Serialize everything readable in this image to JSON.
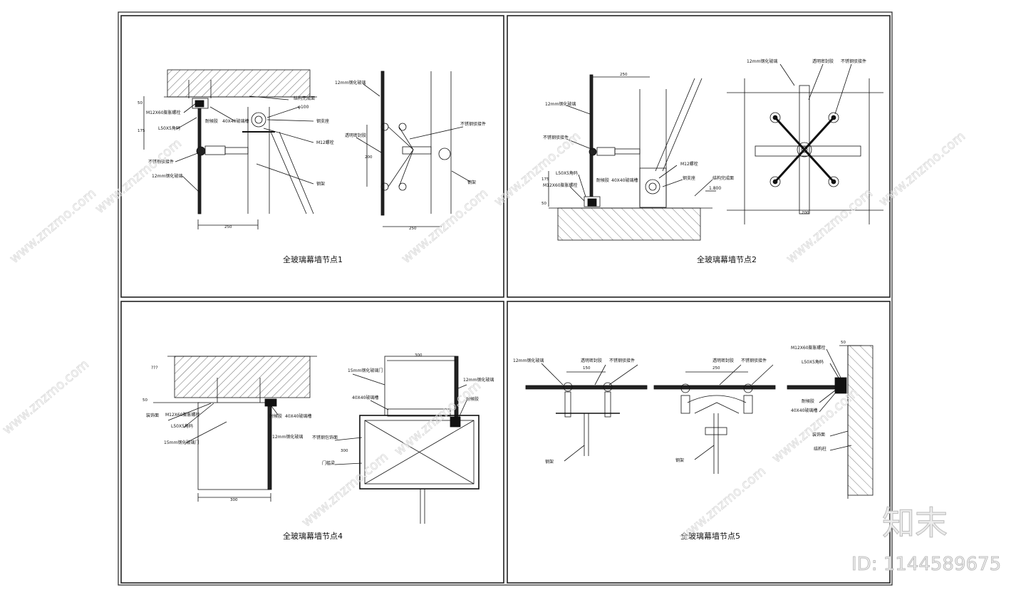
{
  "panels": {
    "p1": {
      "title": "全玻璃幕墙节点1",
      "labels": {
        "l1": "M12X60膨胀螺栓",
        "l2": "L50X5角码",
        "l3": "不锈钢驳接件",
        "l4": "12mm钢化玻璃",
        "l5": "耐候胶",
        "l6": "40X40玻璃槽",
        "l7": "结构完成面",
        "l8": "φ100",
        "l9": "钢支座",
        "l10": "M12螺栓",
        "l11": "钢架",
        "l12": "12mm钢化玻璃",
        "l13": "透明密封胶",
        "l14": "不锈钢驳接件",
        "l15": "钢架"
      },
      "dims": {
        "d1": "250",
        "d2": "250",
        "d3": "200",
        "d4": "50",
        "d5": "175"
      }
    },
    "p2": {
      "title": "全玻璃幕墙节点2",
      "labels": {
        "l1": "12mm钢化玻璃",
        "l2": "不锈钢驳接件",
        "l3": "L50X5角码",
        "l4": "M12X60膨胀螺栓",
        "l5": "耐候胶",
        "l6": "40X40玻璃槽",
        "l7": "M12螺栓",
        "l8": "钢支座",
        "l9": "结构完成面",
        "l10": "1.800",
        "l11": "12mm钢化玻璃",
        "l12": "透明密封胶",
        "l13": "不锈钢驳接件"
      },
      "dims": {
        "d1": "250",
        "d2": "200",
        "d3": "175",
        "d4": "50"
      }
    },
    "p4": {
      "title": "全玻璃幕墙节点4",
      "labels": {
        "l1": "???",
        "l2": "装饰面",
        "l3": "M12X60膨胀螺栓",
        "l4": "L50X5角码",
        "l5": "15mm钢化玻璃门",
        "l6": "耐候胶",
        "l7": "40X40玻璃槽",
        "l8": "12mm钢化玻璃",
        "l9": "15mm钢化玻璃门",
        "l10": "40X40玻璃槽",
        "l11": "不锈钢包饰面",
        "l12": "门槛梁",
        "l13": "12mm钢化玻璃",
        "l14": "耐候胶"
      },
      "dims": {
        "d1": "300",
        "d2": "300",
        "d3": "300",
        "d4": "50"
      }
    },
    "p5": {
      "title": "全玻璃幕墙节点5",
      "labels": {
        "l1": "12mm钢化玻璃",
        "l2": "透明密封胶",
        "l3": "不锈钢驳接件",
        "l4": "钢架",
        "l5": "透明密封胶",
        "l6": "不锈钢驳接件",
        "l7": "钢架",
        "l8": "M12X60膨胀螺栓",
        "l9": "L50X5角码",
        "l10": "耐候胶",
        "l11": "40X40玻璃槽",
        "l12": "装饰面",
        "l13": "结构柱"
      },
      "dims": {
        "d1": "150",
        "d2": "250",
        "d3": "50"
      }
    }
  },
  "watermark": {
    "site": "www.znzmo.com",
    "brand": "知末",
    "id": "ID: 1144589675"
  }
}
